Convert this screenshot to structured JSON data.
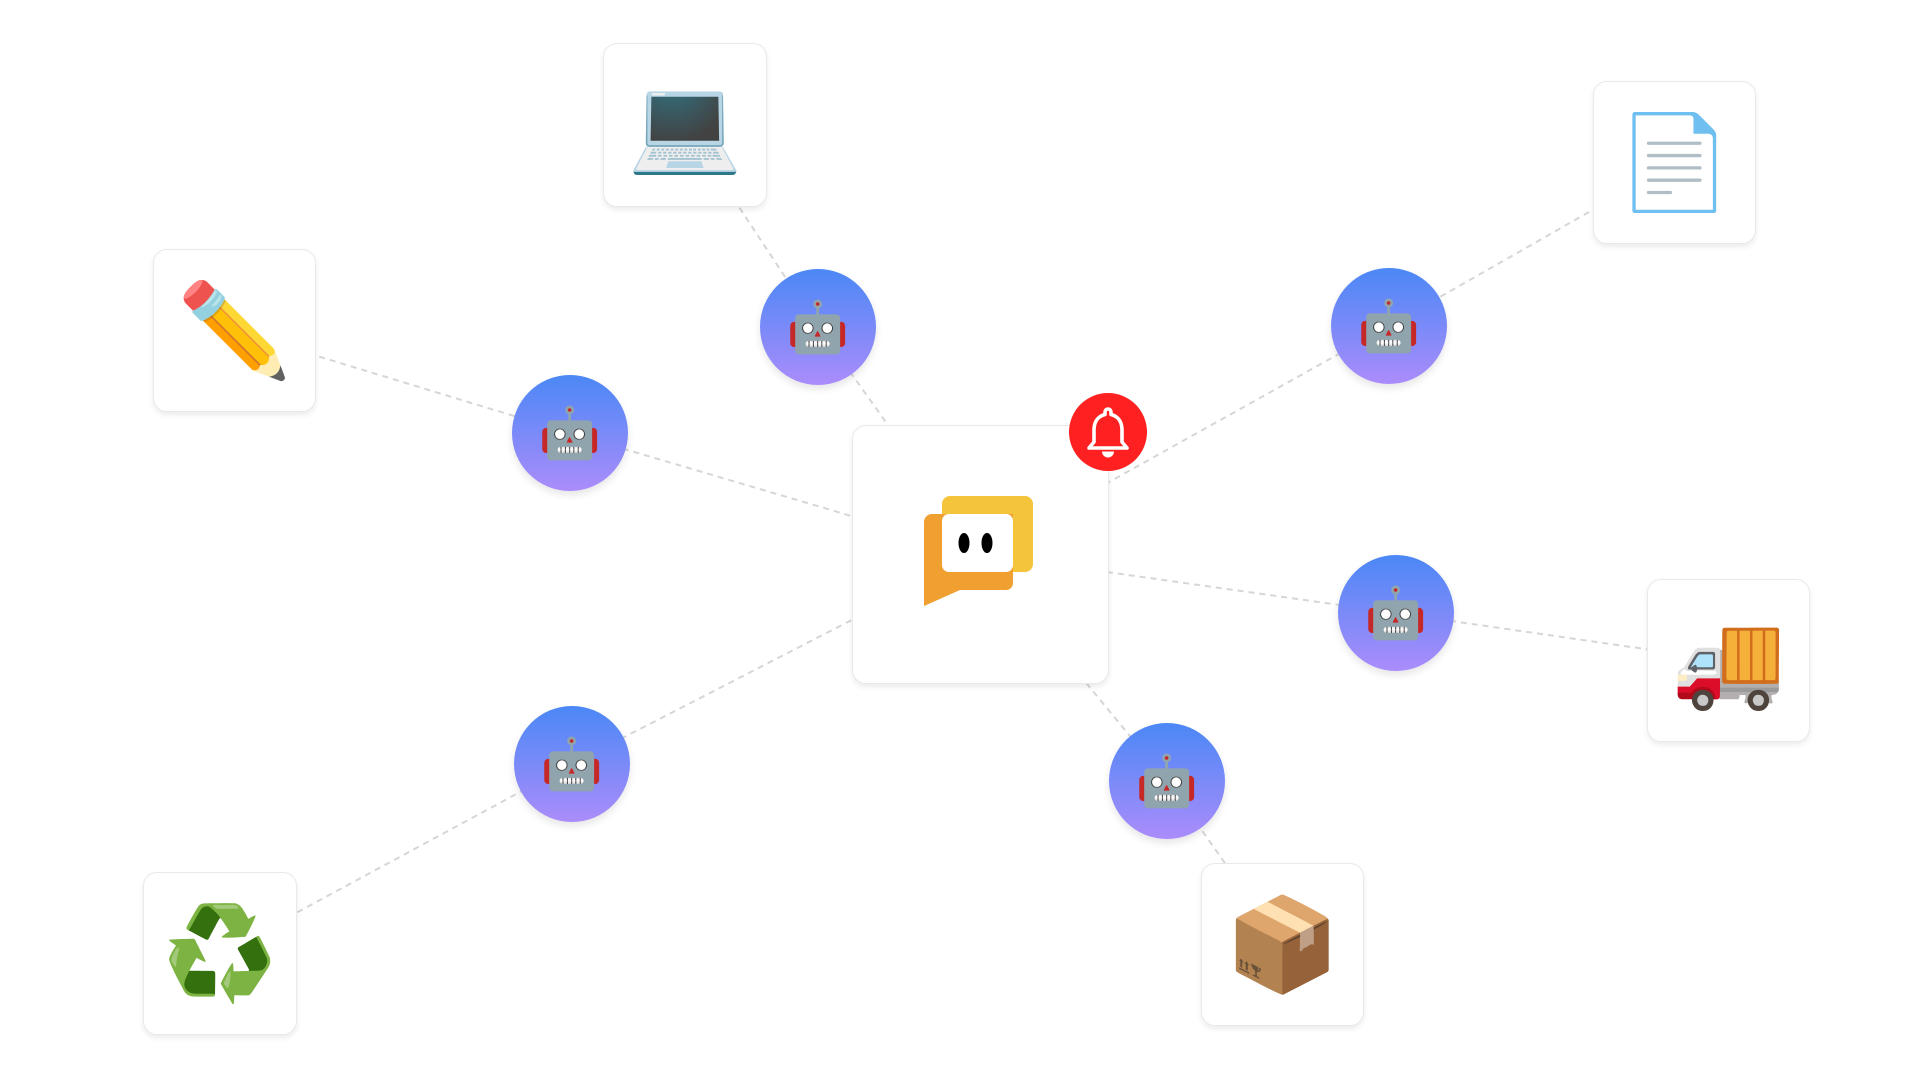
{
  "diagram": {
    "type": "hub-and-spoke automation network",
    "hub": {
      "icon": "chat-bot-logo-icon",
      "logo_colors": {
        "back_bubble": "#f4c43a",
        "front_bubble": "#f0a030",
        "screen": "#ffffff",
        "eyes": "#000000"
      },
      "badge": {
        "icon": "bell-icon",
        "color": "#ff2121"
      }
    },
    "agent_node": {
      "icon": "robot-icon",
      "emoji": "🤖",
      "gradient_top": "#4b88f6",
      "gradient_bottom": "#ab8cfb"
    },
    "endpoints": [
      {
        "id": "laptop",
        "icon": "laptop-icon",
        "emoji": "💻"
      },
      {
        "id": "pencil",
        "icon": "pencil-icon",
        "emoji": "✏️"
      },
      {
        "id": "document",
        "icon": "document-icon",
        "emoji": "📄"
      },
      {
        "id": "truck",
        "icon": "delivery-truck-icon",
        "emoji": "🚚"
      },
      {
        "id": "package",
        "icon": "package-icon",
        "emoji": "📦"
      },
      {
        "id": "recycle",
        "icon": "recycle-icon",
        "emoji": "♻️"
      }
    ],
    "connections": [
      [
        "laptop",
        "robot-1",
        "hub"
      ],
      [
        "pencil",
        "robot-2",
        "hub"
      ],
      [
        "document",
        "robot-3",
        "hub"
      ],
      [
        "truck",
        "robot-4",
        "hub"
      ],
      [
        "package",
        "robot-5",
        "hub"
      ],
      [
        "recycle",
        "robot-6",
        "hub"
      ]
    ],
    "edge_color": "#d6d6d6"
  }
}
